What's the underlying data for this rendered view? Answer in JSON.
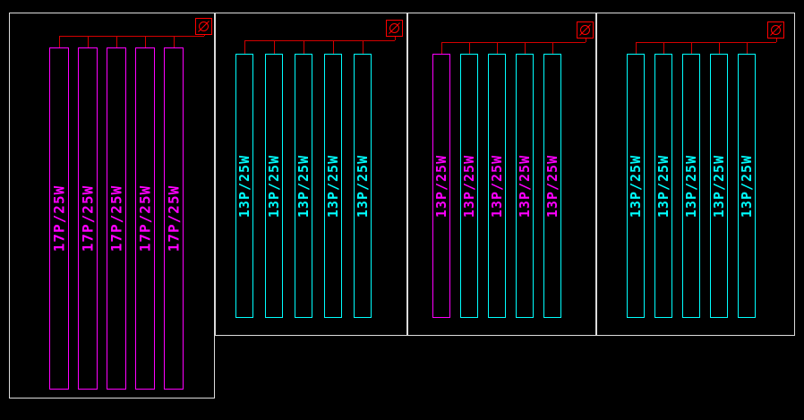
{
  "colors": {
    "background": "#000000",
    "frame": "#dcdcdc",
    "wire": "#d40000",
    "symbol": "#ff0000",
    "magenta": "#ff00ff",
    "cyan": "#00ffff"
  },
  "groups": [
    {
      "id": "array-1",
      "symbol_icon": "circuit-meter-icon",
      "panels": [
        {
          "label": "17P/25W",
          "color": "#ff00ff",
          "text_color": "#ff00ff"
        },
        {
          "label": "17P/25W",
          "color": "#ff00ff",
          "text_color": "#ff00ff"
        },
        {
          "label": "17P/25W",
          "color": "#ff00ff",
          "text_color": "#ff00ff"
        },
        {
          "label": "17P/25W",
          "color": "#ff00ff",
          "text_color": "#ff00ff"
        },
        {
          "label": "17P/25W",
          "color": "#ff00ff",
          "text_color": "#ff00ff"
        }
      ]
    },
    {
      "id": "array-2",
      "symbol_icon": "circuit-meter-icon",
      "panels": [
        {
          "label": "13P/25W",
          "color": "#00ffff",
          "text_color": "#00ffff"
        },
        {
          "label": "13P/25W",
          "color": "#00ffff",
          "text_color": "#00ffff"
        },
        {
          "label": "13P/25W",
          "color": "#00ffff",
          "text_color": "#00ffff"
        },
        {
          "label": "13P/25W",
          "color": "#00ffff",
          "text_color": "#00ffff"
        },
        {
          "label": "13P/25W",
          "color": "#00ffff",
          "text_color": "#00ffff"
        }
      ]
    },
    {
      "id": "array-3",
      "symbol_icon": "circuit-meter-icon",
      "panels": [
        {
          "label": "13P/25W",
          "color": "#ff00ff",
          "text_color": "#ff00ff"
        },
        {
          "label": "13P/25W",
          "color": "#00ffff",
          "text_color": "#ff00ff"
        },
        {
          "label": "13P/25W",
          "color": "#00ffff",
          "text_color": "#ff00ff"
        },
        {
          "label": "13P/25W",
          "color": "#00ffff",
          "text_color": "#ff00ff"
        },
        {
          "label": "13P/25W",
          "color": "#00ffff",
          "text_color": "#ff00ff"
        }
      ]
    },
    {
      "id": "array-4",
      "symbol_icon": "circuit-meter-icon",
      "panels": [
        {
          "label": "13P/25W",
          "color": "#00ffff",
          "text_color": "#00ffff"
        },
        {
          "label": "13P/25W",
          "color": "#00ffff",
          "text_color": "#00ffff"
        },
        {
          "label": "13P/25W",
          "color": "#00ffff",
          "text_color": "#00ffff"
        },
        {
          "label": "13P/25W",
          "color": "#00ffff",
          "text_color": "#00ffff"
        },
        {
          "label": "13P/25W",
          "color": "#00ffff",
          "text_color": "#00ffff"
        }
      ]
    }
  ]
}
